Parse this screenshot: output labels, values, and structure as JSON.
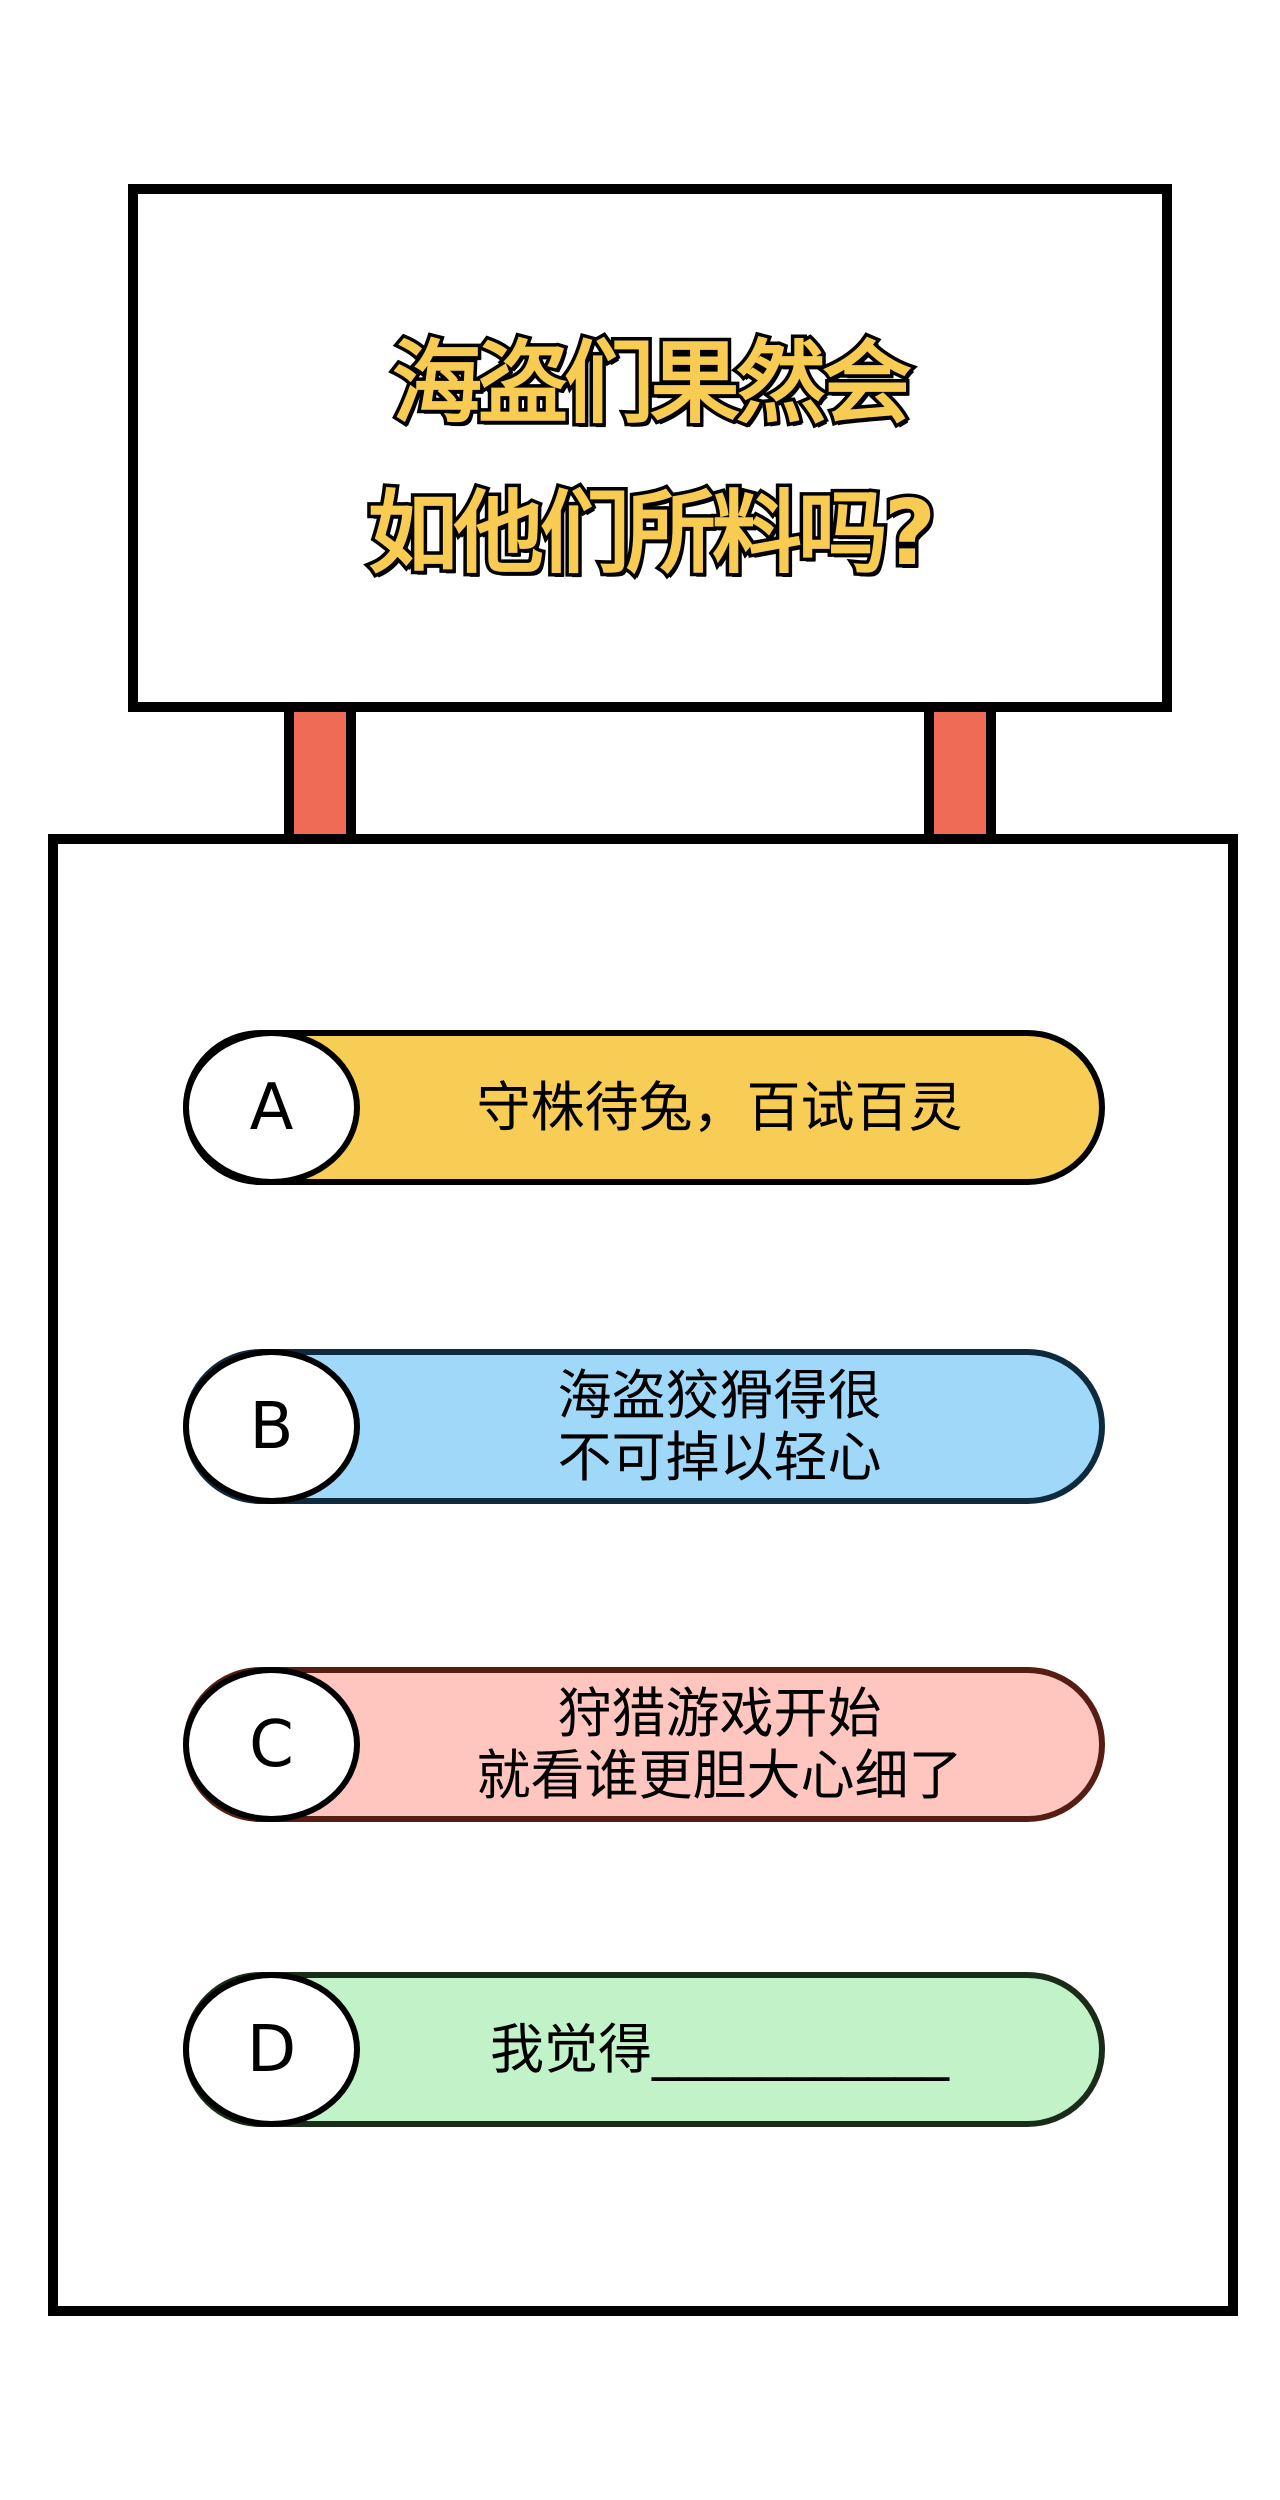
{
  "sign": {
    "title_lines": [
      "海盗们果然会",
      "如他们所料吗?"
    ],
    "title_color": "#F8CB52",
    "post_color": "#F06B55"
  },
  "options": [
    {
      "letter": "A",
      "lines": [
        "守株待兔，百试百灵"
      ],
      "fill": "#F8CD55",
      "border": "#000000"
    },
    {
      "letter": "B",
      "lines": [
        "海盗狡猾得很",
        "不可掉以轻心"
      ],
      "fill": "#A0D8FA",
      "border": "#0E2A3F"
    },
    {
      "letter": "C",
      "lines": [
        "狩猎游戏开始",
        "就看谁更胆大心细了"
      ],
      "fill": "#FFC6C0",
      "border": "#561D12"
    },
    {
      "letter": "D",
      "lines": [
        "我觉得___________"
      ],
      "fill": "#C2F2C8",
      "border": "#1A2B18"
    }
  ]
}
